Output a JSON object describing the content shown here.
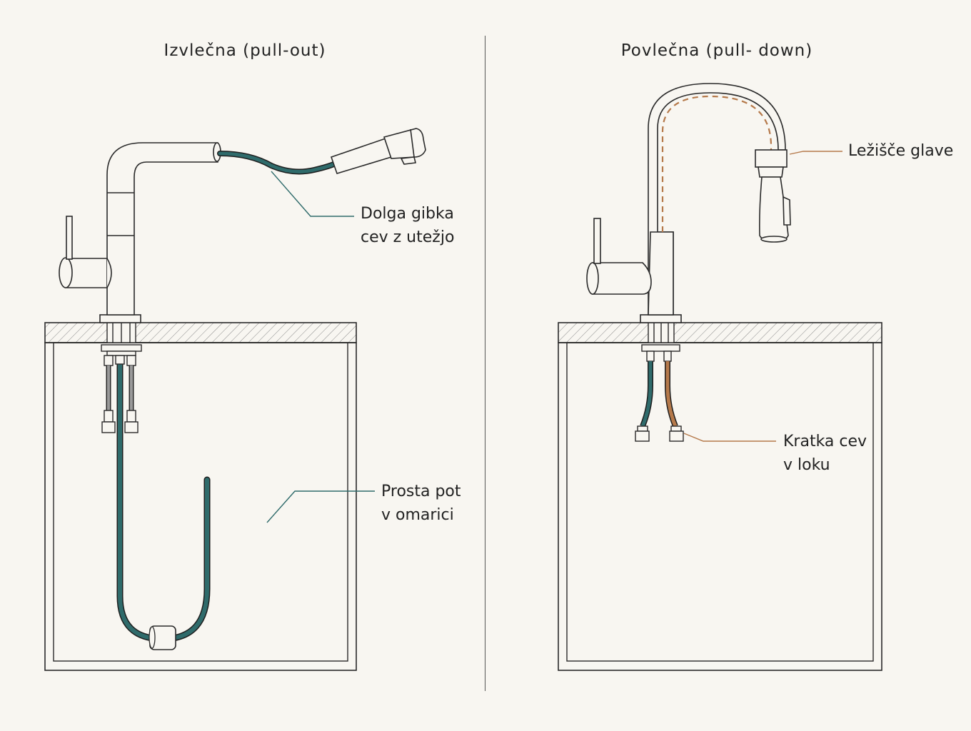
{
  "panels": {
    "left": {
      "title": "Izvlečna (pull-out)",
      "callouts": {
        "hose": [
          "Dolga gibka",
          "cev z utežjo"
        ],
        "path": [
          "Prosta pot",
          "v omarici"
        ]
      }
    },
    "right": {
      "title": "Povlečna (pull- down)",
      "callouts": {
        "dock": [
          "Ležišče glave"
        ],
        "hose": [
          "Kratka cev",
          "v loku"
        ]
      }
    }
  },
  "colors": {
    "background": "#f8f6f1",
    "line": "#2a2a2a",
    "hose_teal": "#2f6b6b",
    "hose_copper": "#b5794a"
  }
}
